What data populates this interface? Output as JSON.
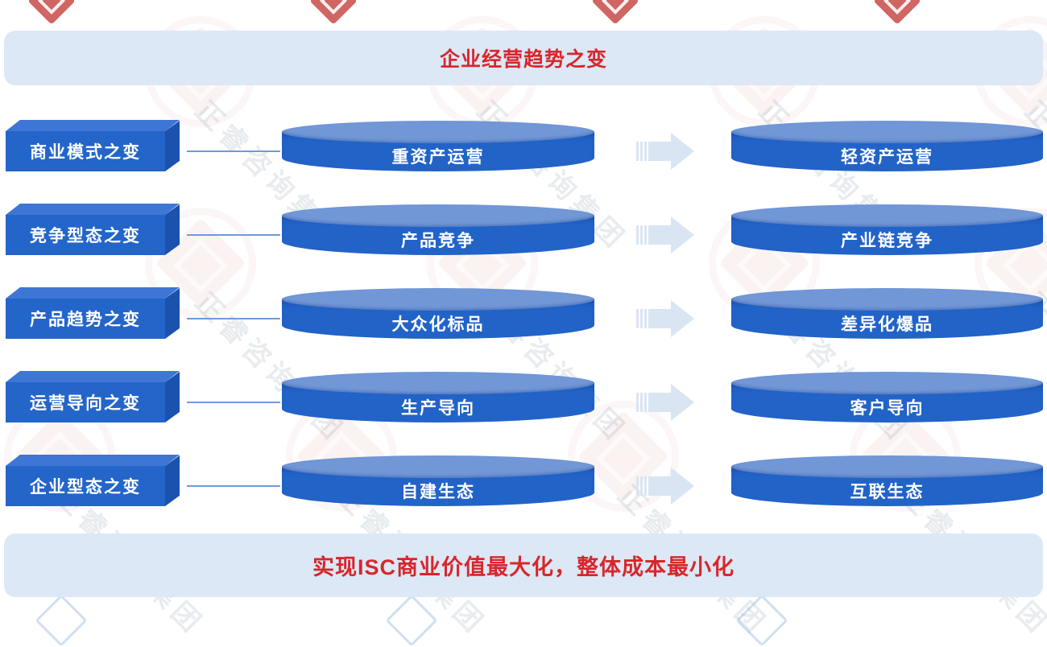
{
  "title": "企业经营趋势之变",
  "footer": "实现ISC商业价值最大化，整体成本最小化",
  "watermark": {
    "text": "正睿咨询集团"
  },
  "colors": {
    "banner_bg": "#dce8f5",
    "accent_red": "#d8262c",
    "box_blue": "#2365c9",
    "cylinder_blue": "#2263c8",
    "cylinder_top_blue": "#7197d7",
    "arrow_light_blue": "#d9e5f2"
  },
  "rows": [
    {
      "label": "商业模式之变",
      "from": "重资产运营",
      "to": "轻资产运营"
    },
    {
      "label": "竞争型态之变",
      "from": "产品竞争",
      "to": "产业链竞争"
    },
    {
      "label": "产品趋势之变",
      "from": "大众化标品",
      "to": "差异化爆品"
    },
    {
      "label": "运营导向之变",
      "from": "生产导向",
      "to": "客户导向"
    },
    {
      "label": "企业型态之变",
      "from": "自建生态",
      "to": "互联生态"
    }
  ]
}
